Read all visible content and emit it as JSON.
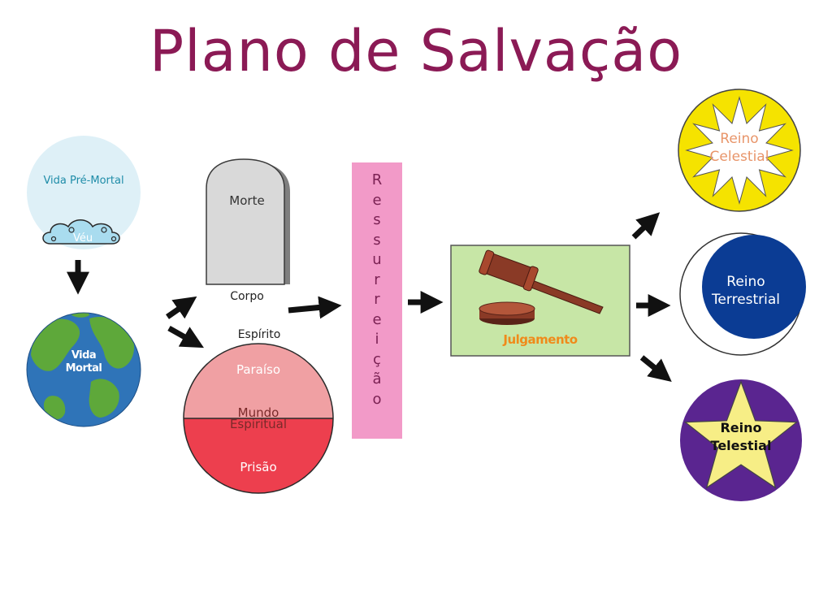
{
  "title": "Plano de Salvação",
  "premortal": {
    "label": "Vida Pré-Mortal",
    "veil": "Véu"
  },
  "mortal": {
    "line1": "Vida",
    "line2": "Mortal"
  },
  "death": {
    "tombstone": "Morte",
    "body": "Corpo",
    "spirit": "Espírito"
  },
  "spirit_world": {
    "paradise": "Paraíso",
    "label_line1": "Mundo",
    "label_line2": "Espiritual",
    "prison": "Prisão"
  },
  "resurrection": {
    "letters": [
      "R",
      "e",
      "s",
      "s",
      "u",
      "r",
      "r",
      "e",
      "i",
      "ç",
      "ã",
      "o"
    ]
  },
  "judgment": {
    "label": "Julgamento"
  },
  "kingdoms": {
    "celestial": {
      "line1": "Reino",
      "line2": "Celestial"
    },
    "terrestrial": {
      "line1": "Reino",
      "line2": "Terrestrial"
    },
    "telestial": {
      "line1": "Reino",
      "line2": "Telestial"
    }
  },
  "colors": {
    "title": "#8b1a55",
    "celestial": "#f5e300",
    "terrestrial": "#0b3c94",
    "telestial": "#5a2590",
    "judgment_box": "#c7e6a6",
    "resurrection_bar": "#f29ac8",
    "paradise": "#f0a0a3",
    "prison": "#ed3f4e"
  }
}
